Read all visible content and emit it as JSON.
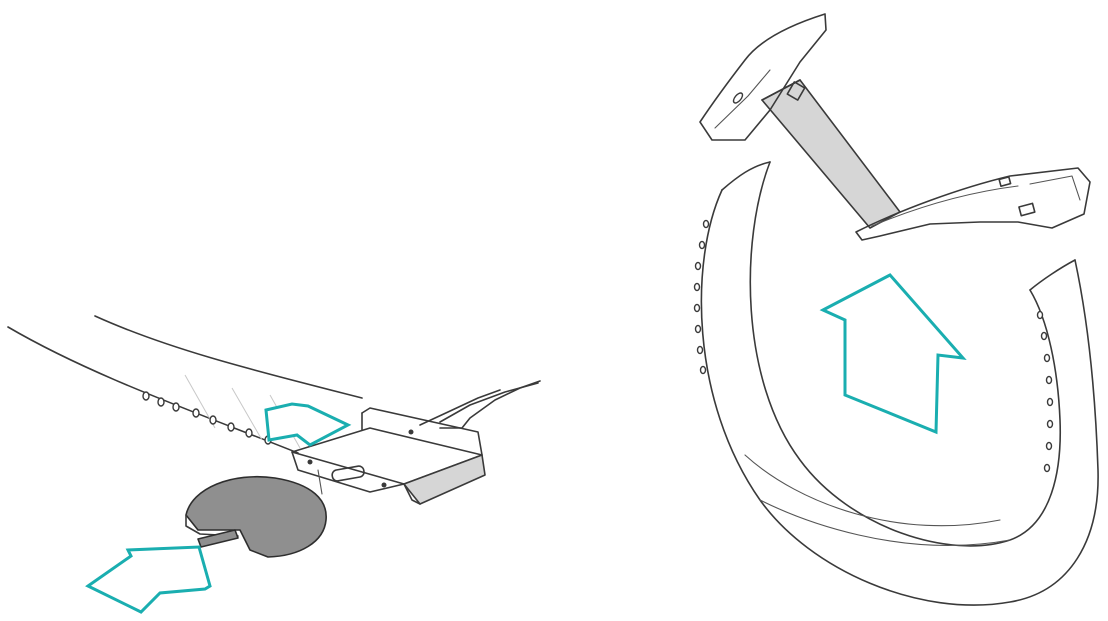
{
  "colors": {
    "arrow": "#1aaeb0",
    "outline": "#3a3a3a",
    "fill_grey": "#8f8f8f",
    "fill_light": "#d6d6d6",
    "background": "#ffffff"
  },
  "panels": [
    {
      "name": "left-panel",
      "arrows": [
        "insert-direction-arrow",
        "slide-direction-arrow"
      ]
    },
    {
      "name": "right-panel",
      "arrows": [
        "upward-direction-arrow"
      ]
    }
  ]
}
